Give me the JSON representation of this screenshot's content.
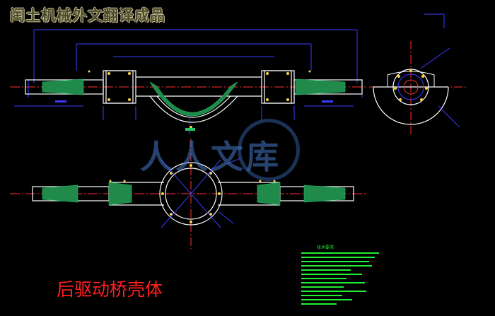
{
  "header": {
    "title": "闰土机械外文翻译成品"
  },
  "drawing": {
    "caption": "后驱动桥壳体",
    "colors": {
      "background": "#000000",
      "outline": "#ffffff",
      "dimension": "#3b3bff",
      "centerline": "#ff3030",
      "section": "#26c26a",
      "notes": "#22ee33",
      "caption": "#ff2020"
    },
    "notes_title": "技术要求"
  },
  "watermark": {
    "text": "人人文库"
  }
}
